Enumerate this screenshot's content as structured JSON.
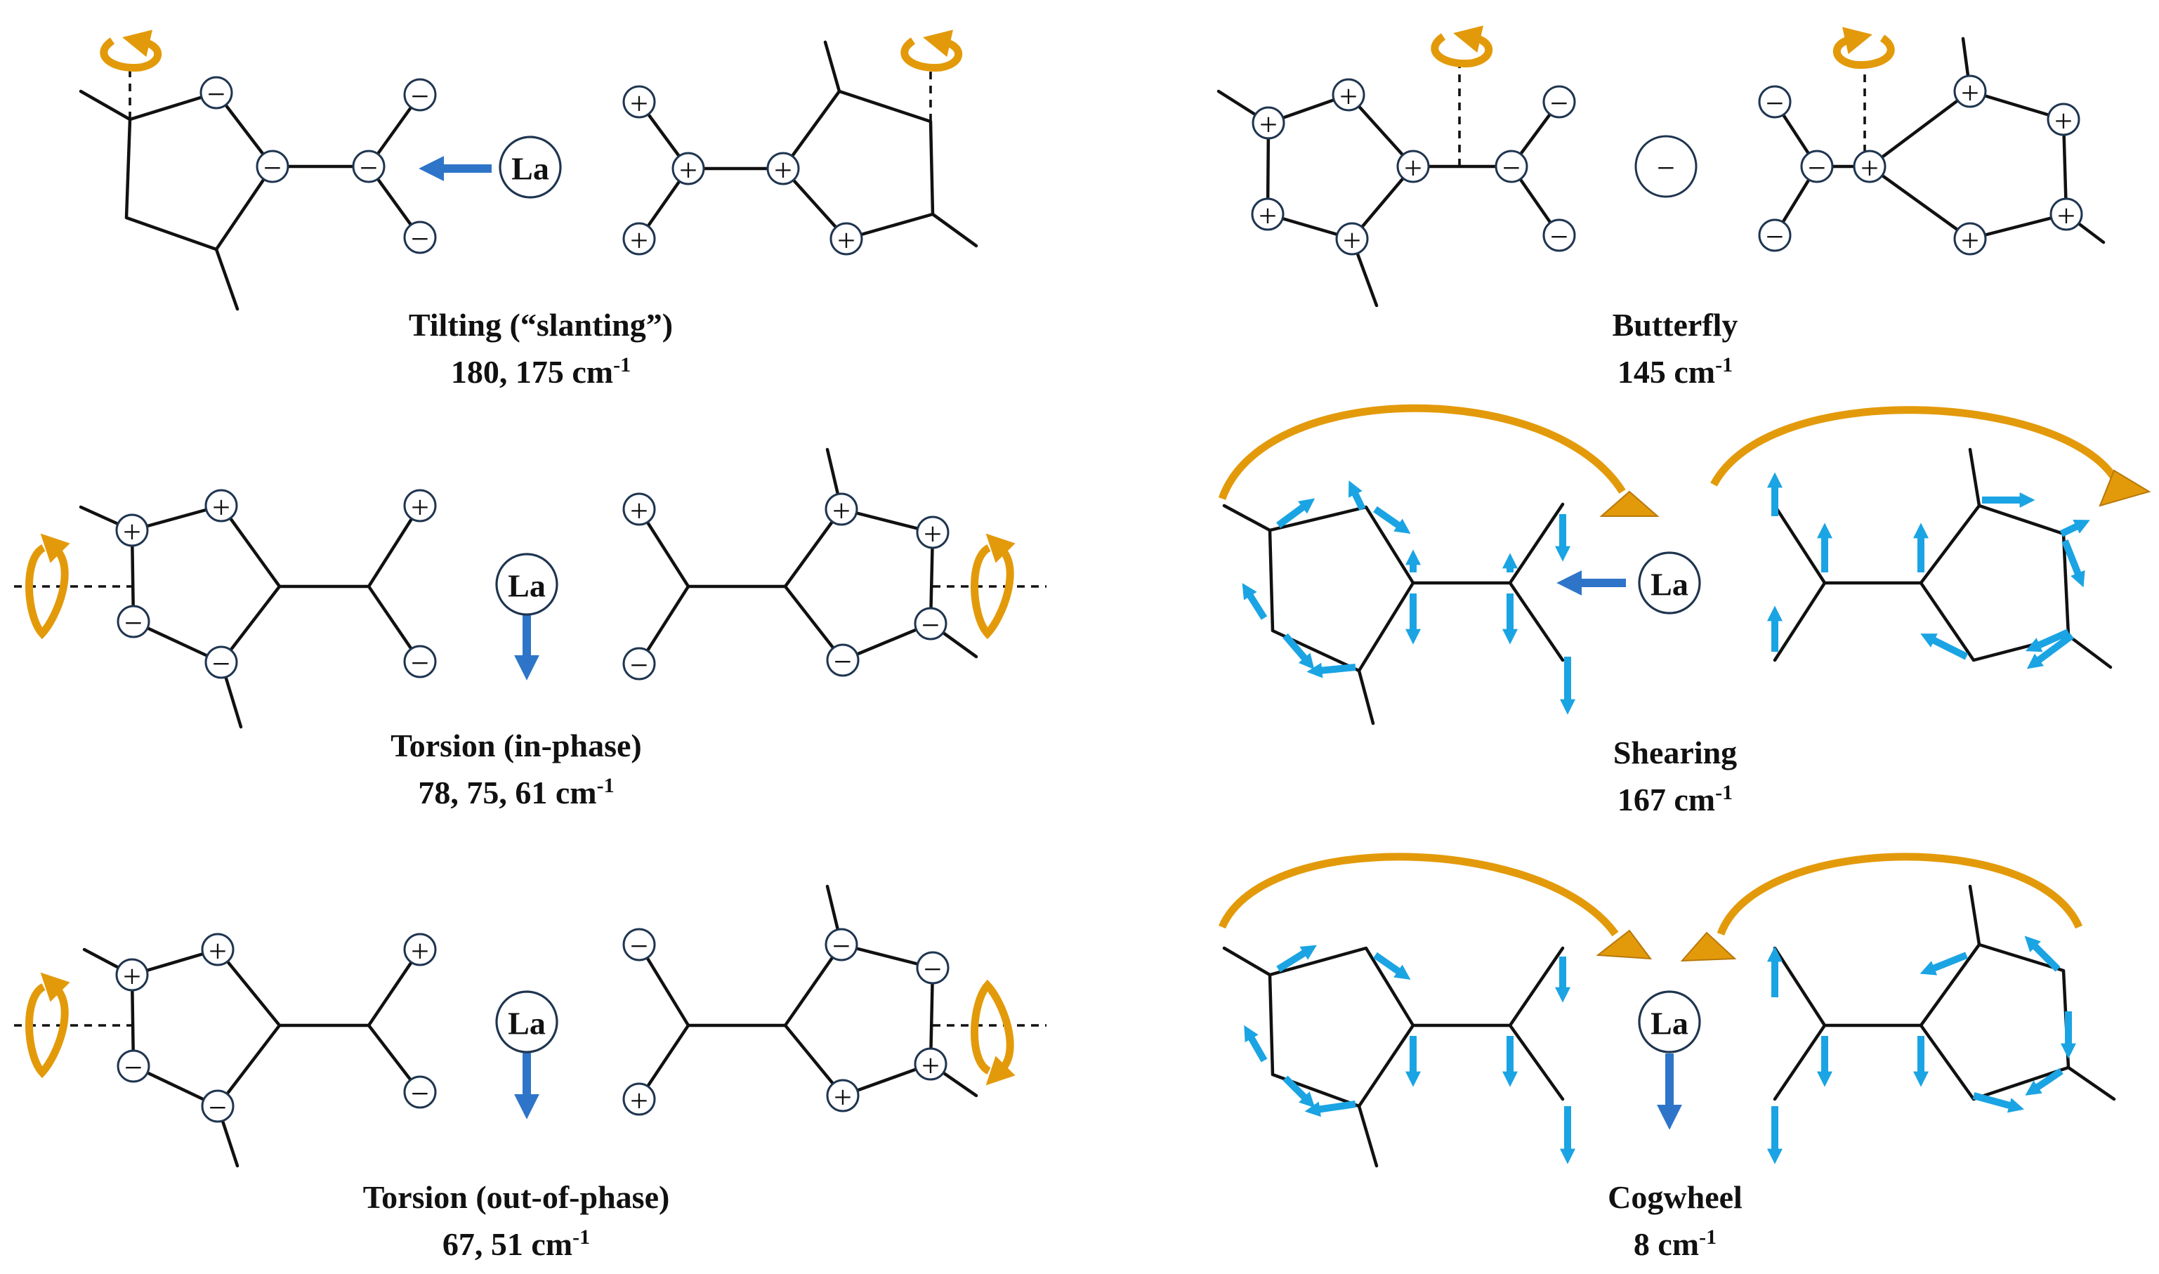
{
  "ion_label": "La",
  "colors": {
    "ion_arrow": "#2e75c9",
    "displacement_arrow": "#1ba4e3",
    "rotation_arrow": "#e39a0a",
    "bond": "#111111"
  },
  "modes": [
    {
      "key": "tilting",
      "title": "Tilting (“slanting”)",
      "frequency": "180, 175 cm",
      "unit_superscript": "-1"
    },
    {
      "key": "butterfly",
      "title": "Butterfly",
      "frequency": "145 cm",
      "unit_superscript": "-1"
    },
    {
      "key": "torsion_in",
      "title": "Torsion (in-phase)",
      "frequency": "78, 75, 61 cm",
      "unit_superscript": "-1"
    },
    {
      "key": "shearing",
      "title": "Shearing",
      "frequency": "167 cm",
      "unit_superscript": "-1"
    },
    {
      "key": "torsion_out",
      "title": "Torsion (out-of-phase)",
      "frequency": "67, 51 cm",
      "unit_superscript": "-1"
    },
    {
      "key": "cogwheel",
      "title": "Cogwheel",
      "frequency": "8 cm",
      "unit_superscript": "-1"
    }
  ]
}
